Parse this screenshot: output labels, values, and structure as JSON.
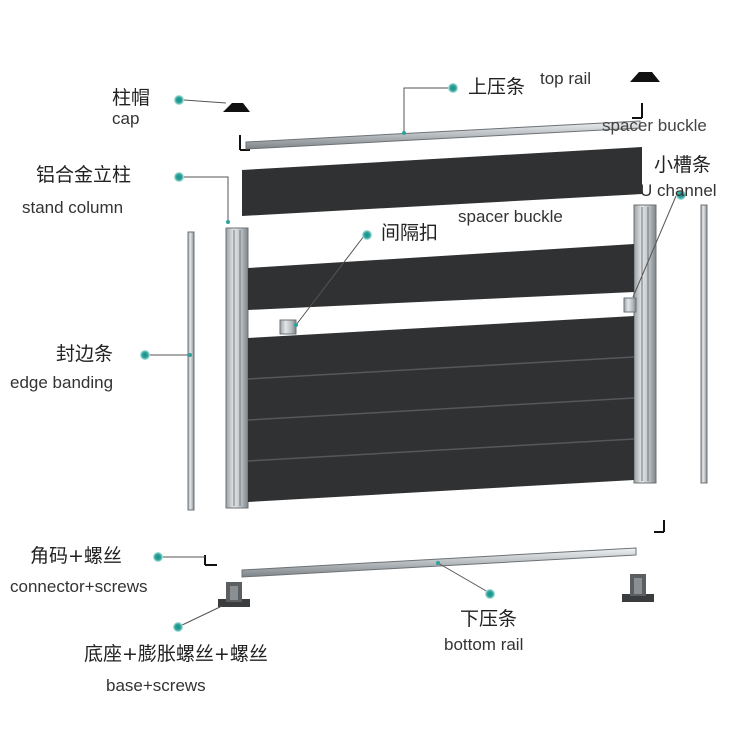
{
  "labels": {
    "cap": {
      "cn": "柱帽",
      "en": "cap"
    },
    "top_rail": {
      "cn": "上压条",
      "en": "top rail"
    },
    "spacer_buckle_top": {
      "en": "spacer buckle"
    },
    "stand_column": {
      "cn": "铝合金立柱",
      "en": "stand column"
    },
    "u_channel": {
      "cn": "小槽条",
      "en": "U channel"
    },
    "spacer_buckle": {
      "cn": "间隔扣",
      "en": "spacer buckle"
    },
    "edge_banding": {
      "cn": "封边条",
      "en": "edge banding"
    },
    "connector": {
      "cn": "角码+螺丝",
      "en": "connector+screws"
    },
    "bottom_rail": {
      "cn": "下压条",
      "en": "bottom rail"
    },
    "base": {
      "cn": "底座+膨胀螺丝+螺丝",
      "en": "base+screws"
    }
  },
  "colors": {
    "panel": "#2f3133",
    "panel_line": "#55585b",
    "metal": "#c9cdd0",
    "metal_dark": "#8a8f93",
    "marker": "#2aa39a",
    "leader": "#555555"
  }
}
